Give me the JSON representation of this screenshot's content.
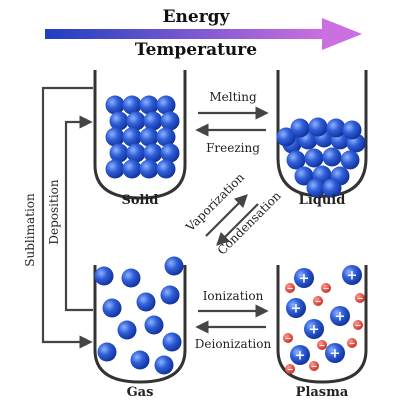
{
  "header": {
    "energy_label": "Energy",
    "temperature_label": "Temperature",
    "arrow_gradient": [
      "#1f3fbf",
      "#cc6fe0"
    ]
  },
  "states": {
    "solid": "Solid",
    "liquid": "Liquid",
    "gas": "Gas",
    "plasma": "Plasma"
  },
  "transitions": {
    "melting": "Melting",
    "freezing": "Freezing",
    "vaporization": "Vaporization",
    "condensation": "Condensation",
    "sublimation": "Sublimation",
    "deposition": "Deposition",
    "ionization": "Ionization",
    "deionization": "Deionization"
  },
  "plasma_signs": {
    "positive": "+",
    "negative": "−"
  },
  "colors": {
    "particle": "#2f5fd8",
    "particle_dark": "#0f2f9a",
    "electron": "#e0453a",
    "beaker_stroke": "#333333",
    "arrow_stroke": "#444444"
  },
  "icons": {
    "beaker": "beaker-icon",
    "particle": "sphere-icon",
    "electron": "electron-icon"
  }
}
